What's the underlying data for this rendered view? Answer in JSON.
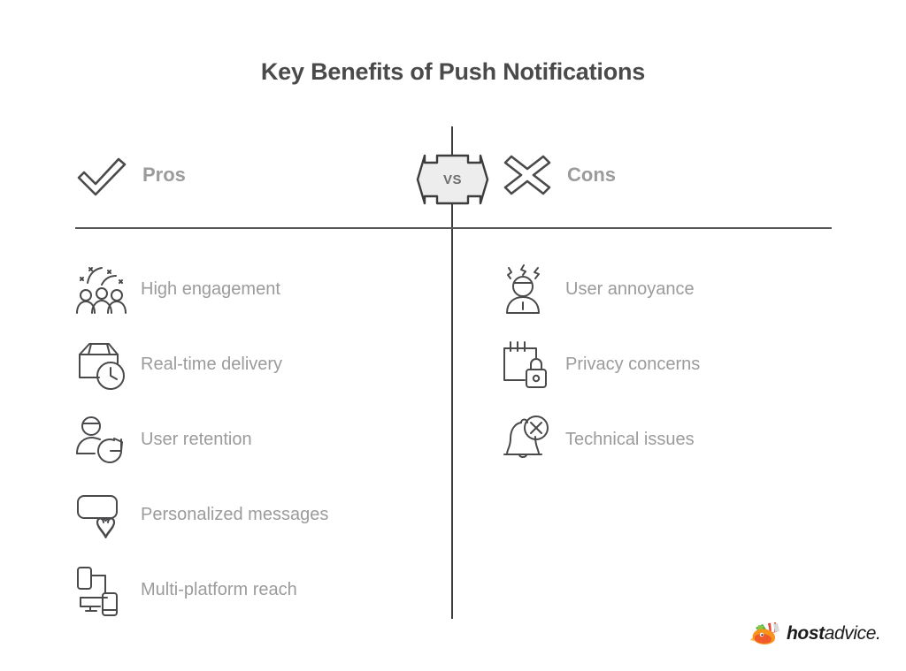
{
  "title": "Key Benefits of Push Notifications",
  "center": {
    "vs_label": "VS"
  },
  "columns": {
    "pros": {
      "header": "Pros",
      "header_icon": "check-icon",
      "items": [
        {
          "label": "High engagement",
          "icon": "group-celebration-icon"
        },
        {
          "label": "Real-time delivery",
          "icon": "package-clock-icon"
        },
        {
          "label": "User retention",
          "icon": "user-refresh-icon"
        },
        {
          "label": "Personalized messages",
          "icon": "message-heart-icon"
        },
        {
          "label": "Multi-platform reach",
          "icon": "devices-icon"
        }
      ]
    },
    "cons": {
      "header": "Cons",
      "header_icon": "cross-icon",
      "items": [
        {
          "label": "User annoyance",
          "icon": "angry-user-icon"
        },
        {
          "label": "Privacy concerns",
          "icon": "notepad-lock-icon"
        },
        {
          "label": "Technical issues",
          "icon": "bell-error-icon"
        }
      ]
    }
  },
  "logo": {
    "mark": "hostadvice-mascot-icon",
    "word_bold": "host",
    "word_light": "advice."
  },
  "colors": {
    "background": "#ffffff",
    "title": "#4a4a4a",
    "header_text": "#9b9b9b",
    "item_text": "#9b9b9b",
    "icon_stroke": "#4a4a4d",
    "rule": "#57575a",
    "vs_fill": "#ededed",
    "vs_stroke": "#3d3d40"
  }
}
